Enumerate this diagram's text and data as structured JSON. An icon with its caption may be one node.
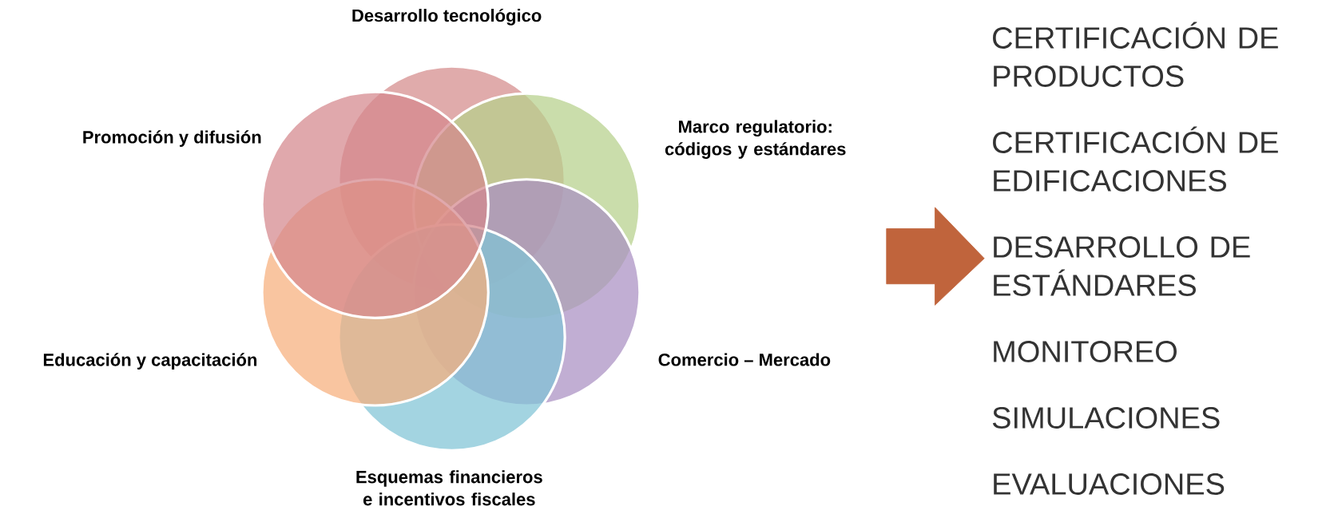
{
  "diagram": {
    "nodes": [
      {
        "text": [
          "Desarrollo tecnológico"
        ]
      },
      {
        "text": [
          "Marco regulatorio: códigos y estándares"
        ]
      },
      {
        "text": [
          "Comercio – Mercado"
        ]
      },
      {
        "text": [
          "Esquemas financieros e incentivos fiscales"
        ]
      },
      {
        "text": [
          "Educación y capacitación"
        ]
      },
      {
        "text": [
          "Promoción y difusión"
        ]
      },
      {
        "text": [
          "CERTIFICACIÓN DE PRODUCTOS",
          "CERTIFICACIÓN DE EDIFICACIONES",
          "DESARROLLO DE ESTÁNDARES",
          "MONITOREO",
          "SIMULACIONES",
          "EVALUACIONES"
        ]
      }
    ],
    "edges": [
      {
        "from": null,
        "to": 6,
        "arrow": "to"
      }
    ]
  }
}
